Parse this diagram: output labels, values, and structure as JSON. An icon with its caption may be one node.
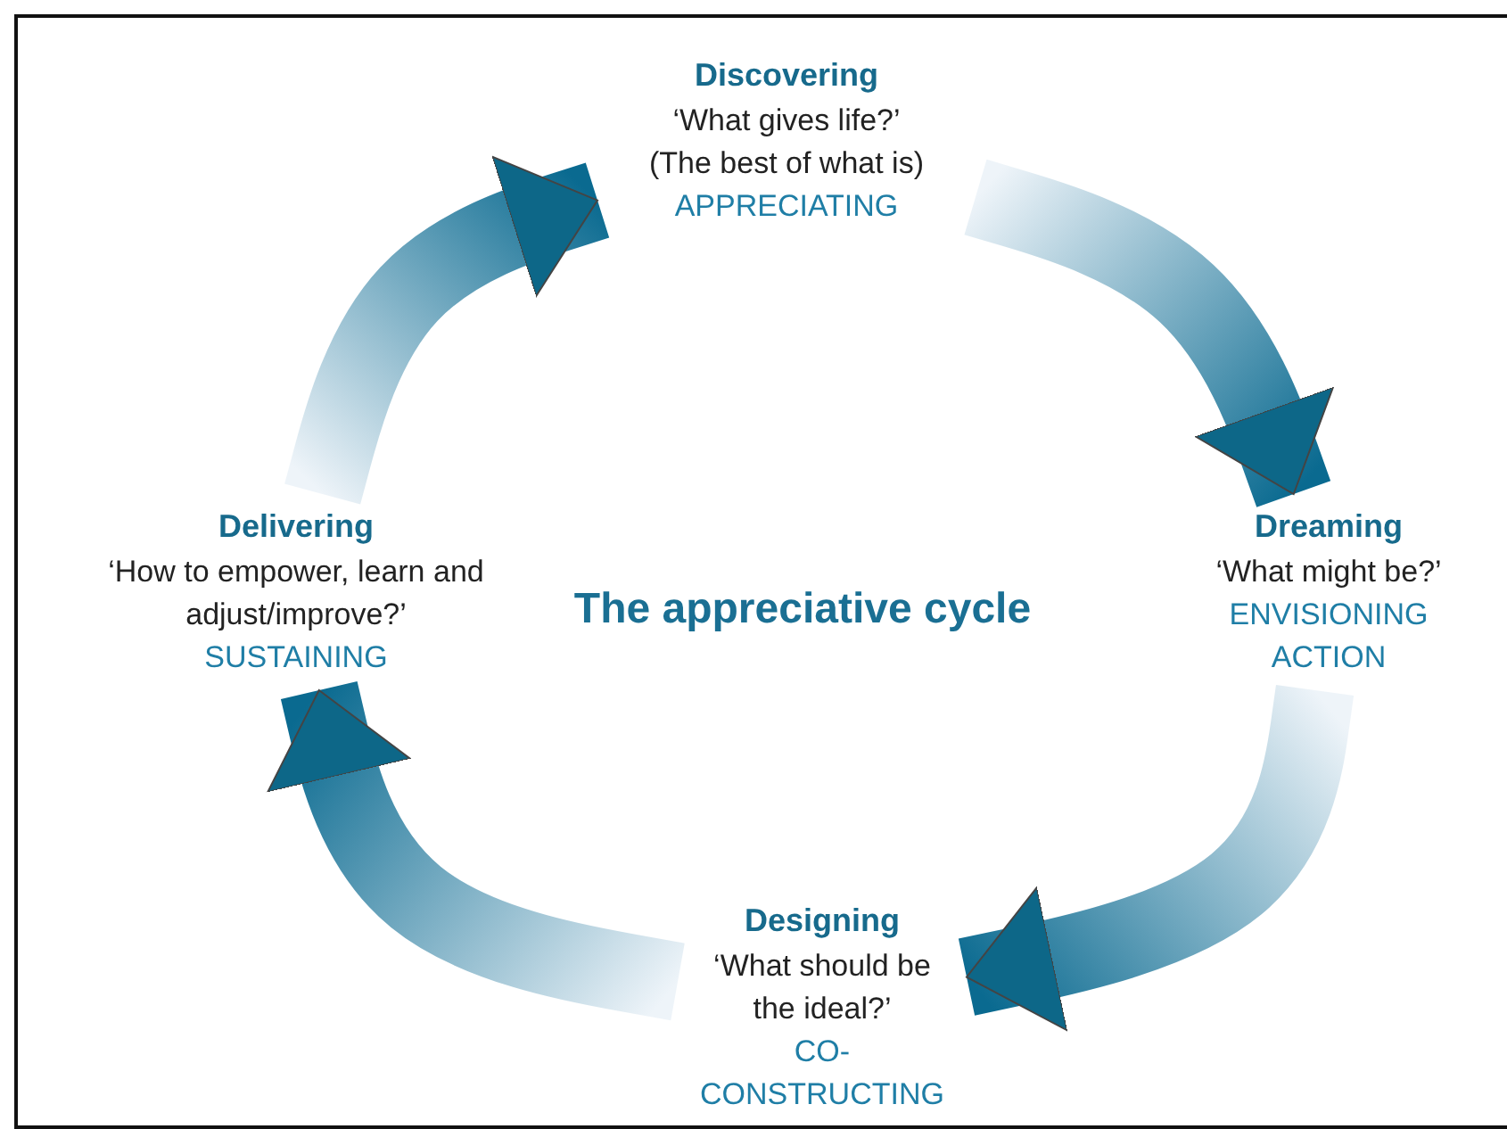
{
  "diagram": {
    "title": "The appreciative cycle",
    "nodes": [
      {
        "text": [
          "Discovering",
          "‘What gives life?’",
          "(The best of what is)",
          "APPRECIATING"
        ]
      },
      {
        "text": [
          "Dreaming",
          "‘What might be?’",
          "ENVISIONING ACTION"
        ]
      },
      {
        "text": [
          "Designing",
          "‘What should be the ideal?’",
          "CO-CONSTRUCTING"
        ]
      },
      {
        "text": [
          "Delivering",
          "‘How to empower, learn and adjust/improve?’",
          "SUSTAINING"
        ]
      }
    ],
    "edges": [
      {
        "from": 0,
        "to": 1,
        "arrow": "to",
        "style": "thick"
      },
      {
        "from": 1,
        "to": 2,
        "arrow": "to",
        "style": "thick"
      },
      {
        "from": 2,
        "to": 3,
        "arrow": "to",
        "style": "thick"
      },
      {
        "from": 3,
        "to": 0,
        "arrow": "to",
        "style": "thick"
      }
    ]
  }
}
